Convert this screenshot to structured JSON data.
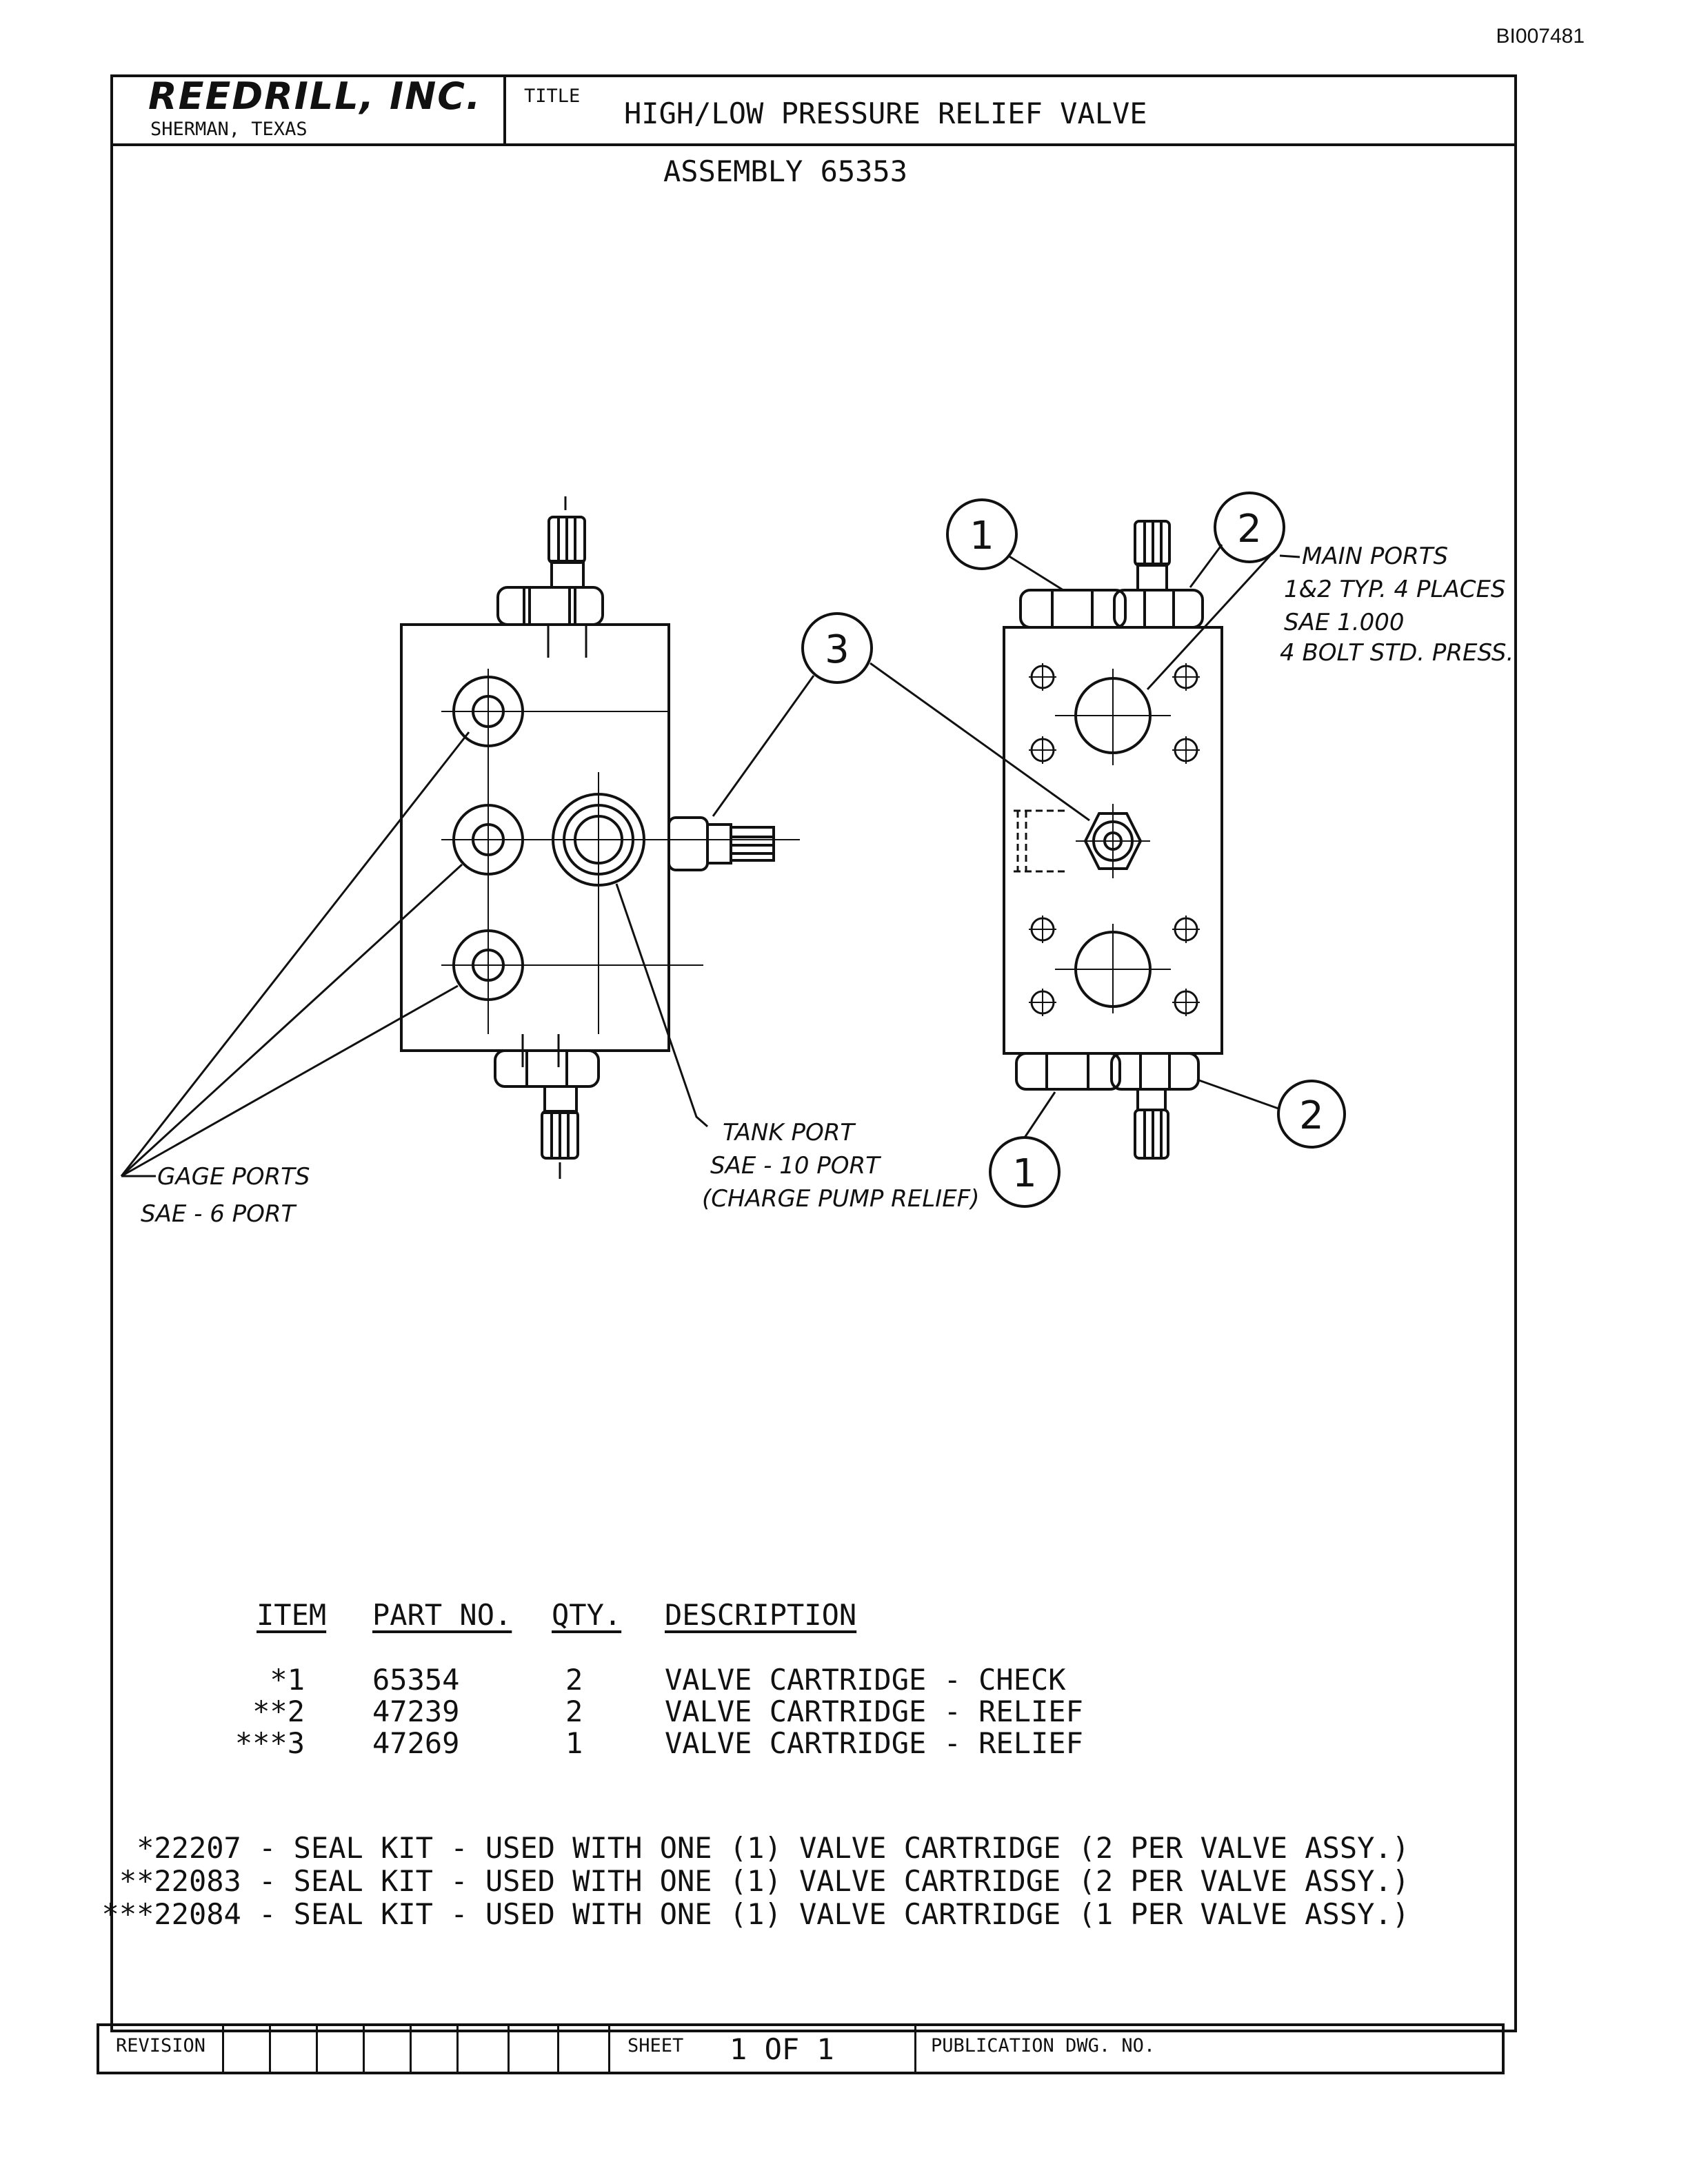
{
  "doc_id": "BI007481",
  "title_block": {
    "company": "REEDRILL, INC.",
    "location": "SHERMAN, TEXAS",
    "title_label": "TITLE",
    "title": "HIGH/LOW PRESSURE RELIEF VALVE"
  },
  "assembly": "ASSEMBLY 65353",
  "callouts": {
    "c1": "1",
    "c2": "2",
    "c3": "3"
  },
  "annotations": {
    "main_ports": [
      "MAIN PORTS",
      "1&2 TYP. 4 PLACES",
      "SAE 1.000",
      "4 BOLT STD. PRESS."
    ],
    "tank_port": [
      "TANK PORT",
      "SAE - 10 PORT",
      "(CHARGE PUMP RELIEF)"
    ],
    "gage_ports": [
      "GAGE PORTS",
      "SAE - 6 PORT"
    ]
  },
  "parts_table": {
    "headers": {
      "item": "ITEM",
      "part_no": "PART NO.",
      "qty": "QTY.",
      "description": "DESCRIPTION"
    },
    "rows": [
      {
        "item": "*1",
        "part_no": "65354",
        "qty": "2",
        "description": "VALVE CARTRIDGE - CHECK"
      },
      {
        "item": "**2",
        "part_no": "47239",
        "qty": "2",
        "description": "VALVE CARTRIDGE - RELIEF"
      },
      {
        "item": "***3",
        "part_no": "47269",
        "qty": "1",
        "description": "VALVE CARTRIDGE - RELIEF"
      }
    ]
  },
  "seal_kits": [
    "*22207 - SEAL KIT - USED WITH ONE (1) VALVE CARTRIDGE (2 PER VALVE ASSY.)",
    "**22083 - SEAL KIT - USED WITH ONE (1) VALVE CARTRIDGE (2 PER VALVE ASSY.)",
    "***22084 - SEAL KIT - USED WITH ONE (1) VALVE CARTRIDGE (1 PER VALVE ASSY.)"
  ],
  "footer": {
    "revision_label": "REVISION",
    "sheet_label": "SHEET",
    "sheet_value": "1 OF 1",
    "publication_label": "PUBLICATION DWG. NO."
  }
}
